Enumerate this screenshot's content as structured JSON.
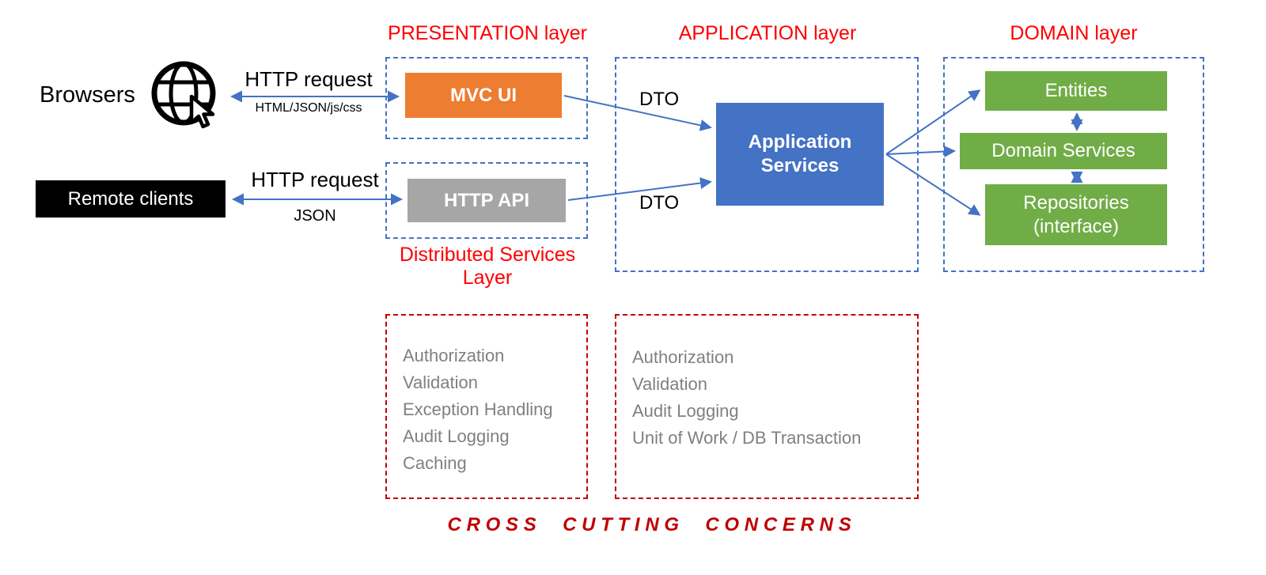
{
  "titles": {
    "presentation": "PRESENTATION layer",
    "application": "APPLICATION layer",
    "domain": "DOMAIN layer",
    "distributed_line1": "Distributed Services",
    "distributed_line2": "Layer"
  },
  "clients": {
    "browsers": "Browsers",
    "remote_clients": "Remote clients"
  },
  "edges": {
    "http_top": "HTTP request",
    "http_top_sub": "HTML/JSON/js/css",
    "http_bottom": "HTTP request",
    "http_bottom_sub": "JSON",
    "dto_top": "DTO",
    "dto_bottom": "DTO"
  },
  "boxes": {
    "mvc_ui": "MVC UI",
    "http_api": "HTTP API",
    "app_services_line1": "Application",
    "app_services_line2": "Services",
    "entities": "Entities",
    "domain_services": "Domain Services",
    "repositories_line1": "Repositories",
    "repositories_line2": "(interface)"
  },
  "cross_cutting": {
    "left_items": [
      "Authorization",
      "Validation",
      "Exception Handling",
      "Audit Logging",
      "Caching"
    ],
    "right_items": [
      "Authorization",
      "Validation",
      "Audit Logging",
      "Unit of Work / DB Transaction"
    ],
    "footer": "CROSS CUTTING CONCERNS"
  },
  "colors": {
    "title-red": "#ff0000",
    "dark-red": "#c00000",
    "orange": "#ed7d31",
    "gray-box": "#a6a6a6",
    "blue": "#4472c4",
    "green": "#70ad47",
    "list-gray": "#808080",
    "dashed-blue": "#4472c4",
    "arrow-blue": "#4472c4"
  }
}
